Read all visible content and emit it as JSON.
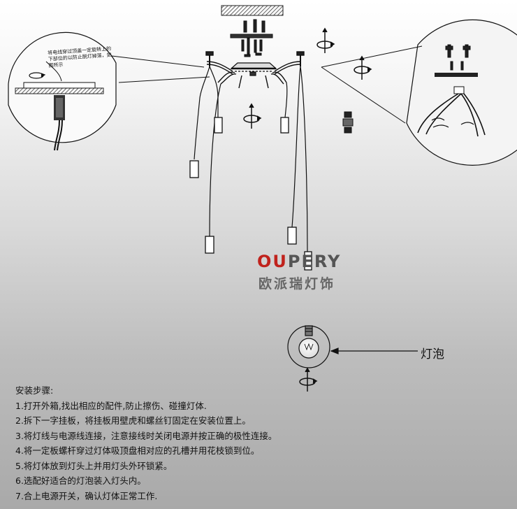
{
  "brand": {
    "latin_red": "OU",
    "latin_rest": "PERY",
    "chinese": "欧派瑞灯饰"
  },
  "callout_note": "将电线穿过顶盖一定旋转上的下部位的以防止脱灯掉落，如图所示",
  "bulb_label": "灯泡",
  "instructions": {
    "title": "安装步骤:",
    "steps": [
      "1.打开外箱,找出相应的配件,防止擦伤、碰撞灯体.",
      "2.拆下一字挂板，将挂板用壁虎和螺丝钉固定在安装位置上。",
      "3.将灯线与电源线连接，注意接线时关闭电源并按正确的极性连接。",
      "4.将一定板螺杆穿过灯体吸顶盘相对应的孔槽并用花枝锁到位。",
      "5.将灯体放到灯头上并用灯头外环锁紧。",
      "6.选配好适合的灯泡装入灯头内。",
      "7.合上电源开关，确认灯体正常工作."
    ]
  },
  "colors": {
    "brand_red": "#c0221c",
    "brand_gray": "#555555",
    "line": "#111111",
    "ceiling_hatch": "#444444"
  }
}
